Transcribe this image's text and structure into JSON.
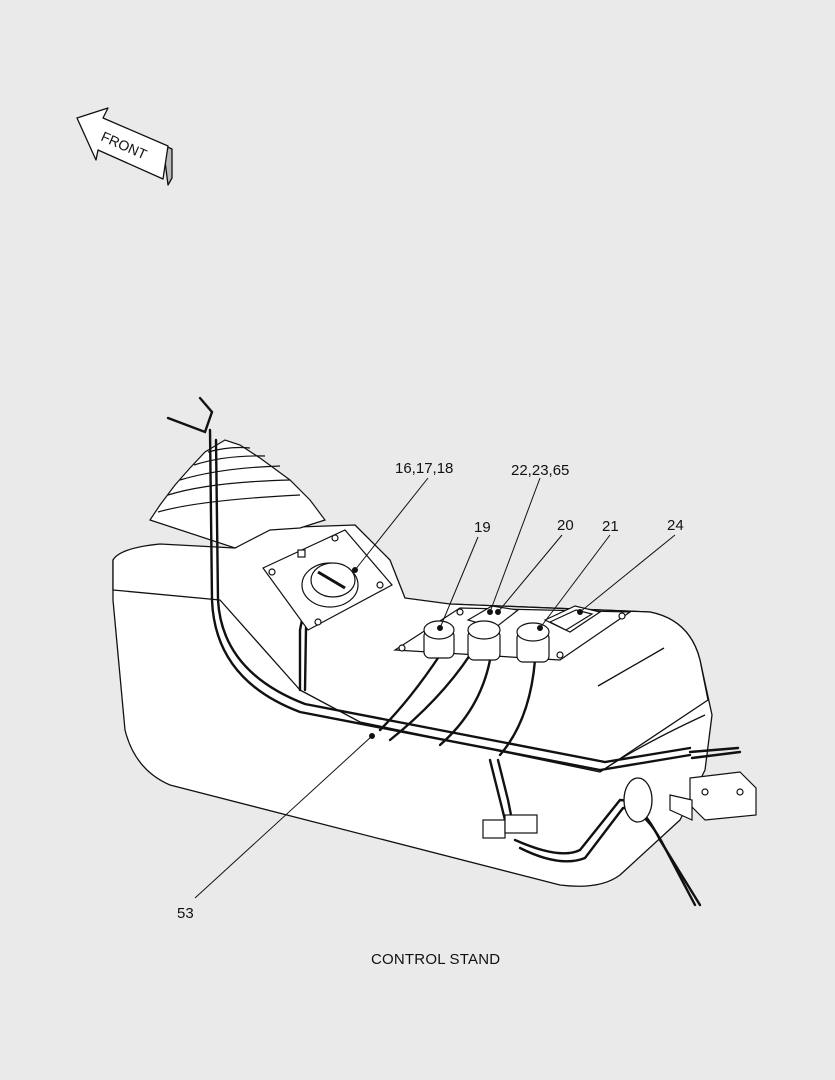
{
  "orientation": {
    "label": "FRONT"
  },
  "callouts": {
    "c1": "16,17,18",
    "c2": "22,23,65",
    "c3": "19",
    "c4": "20",
    "c5": "21",
    "c6": "24",
    "c7": "53"
  },
  "caption": "CONTROL STAND",
  "colors": {
    "background": "#eaeaea",
    "line": "#111111",
    "fill": "#ffffff"
  }
}
